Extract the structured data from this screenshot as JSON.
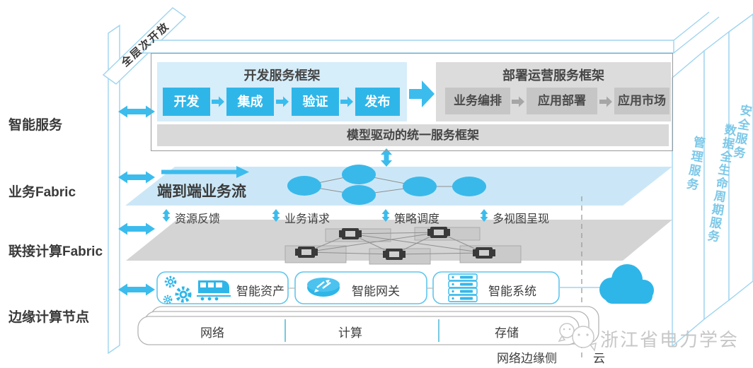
{
  "colors": {
    "accent_cyan": "#2fb6e9",
    "light_blue_panel": "#d6edfa",
    "fabric_blue": "#cbe7f7",
    "fabric_gray": "#d4d4d4",
    "panel_gray": "#dcdcdc",
    "frame_blue_outline": "#9ed4ef"
  },
  "left_rail": {
    "open_tag": "全层次开放",
    "layers": [
      {
        "label": "智能服务"
      },
      {
        "label": "业务Fabric"
      },
      {
        "label": "联接计算Fabric"
      },
      {
        "label": "边缘计算节点"
      }
    ]
  },
  "service_layer": {
    "dev_framework": {
      "title": "开发服务框架",
      "steps": [
        "开发",
        "集成",
        "验证",
        "发布"
      ]
    },
    "ops_framework": {
      "title": "部署运营服务框架",
      "steps": [
        "业务编排",
        "应用部署",
        "应用市场"
      ]
    },
    "model_bar": "模型驱动的统一服务框架"
  },
  "business_fabric": {
    "flow_label": "端到端业务流"
  },
  "signals": [
    "资源反馈",
    "业务请求",
    "策略调度",
    "多视图呈现"
  ],
  "edge_layer": {
    "nodes": [
      {
        "label": "智能资产",
        "icon": "gears-train-icon"
      },
      {
        "label": "智能网关",
        "icon": "router-icon"
      },
      {
        "label": "智能系统",
        "icon": "server-rack-icon"
      }
    ],
    "resources": [
      "网络",
      "计算",
      "存储"
    ]
  },
  "right_panels": [
    "管理服务",
    "数据全生命周期服务",
    "安全服务"
  ],
  "footer": {
    "edge_side_label": "网络边缘侧",
    "cloud_label": "云"
  },
  "watermark": {
    "text": "浙江省电力学会",
    "logo": "chat-bubbles-icon"
  }
}
